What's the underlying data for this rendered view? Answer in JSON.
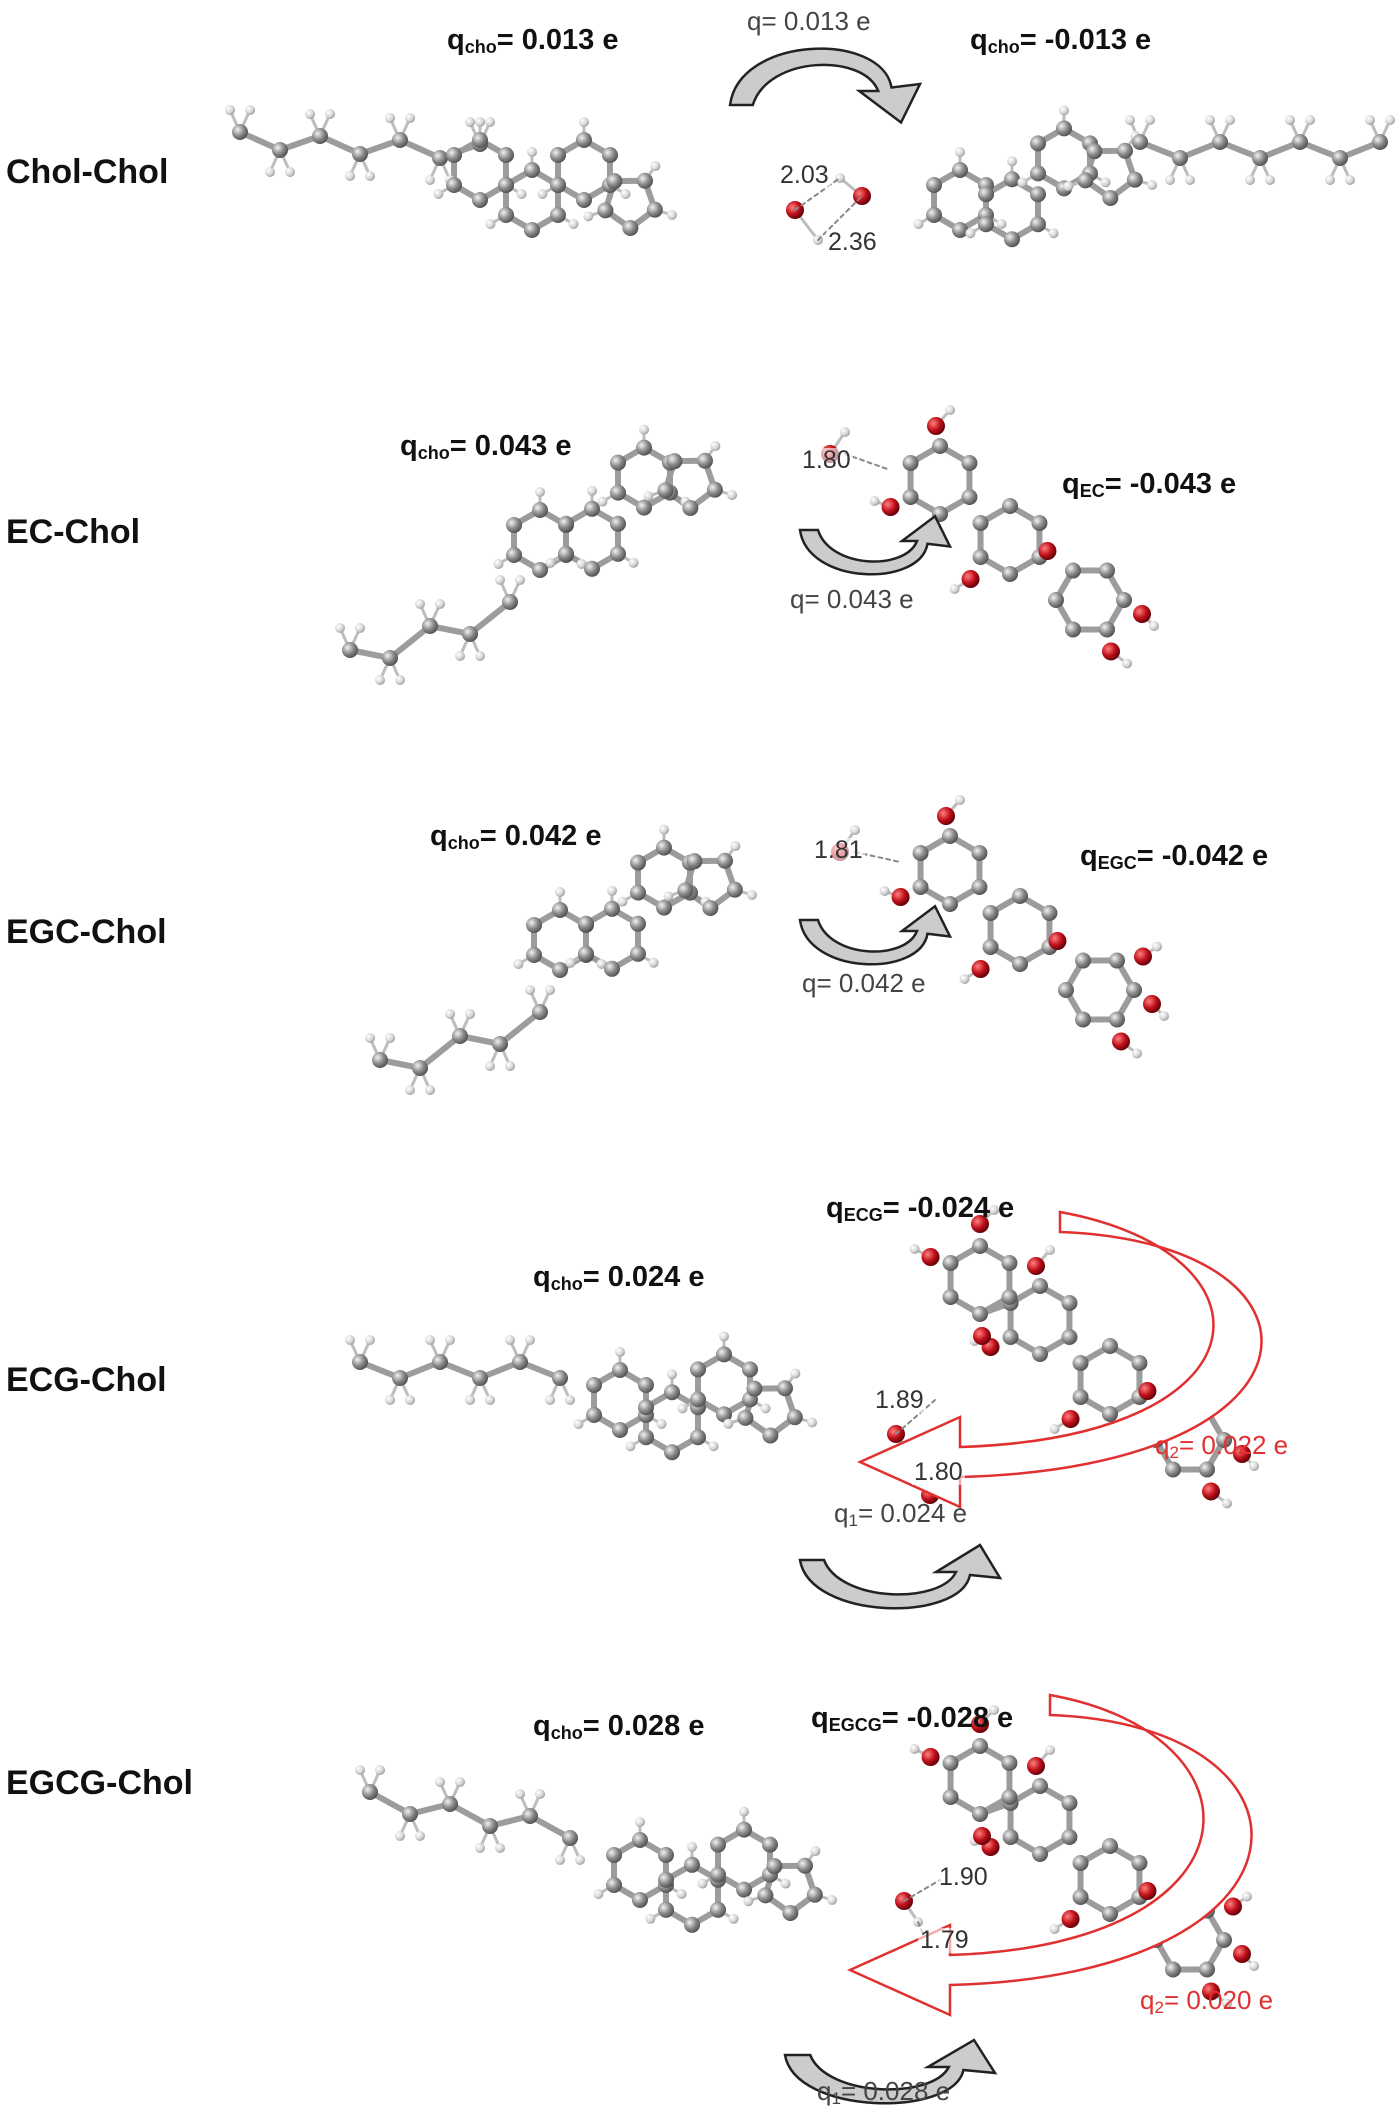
{
  "panels": [
    {
      "label": "Chol-Chol",
      "chol_charge": {
        "q": "q",
        "sub": "cho",
        "value": "= 0.013 e"
      },
      "partner_charge": {
        "q": "q",
        "sub": "cho",
        "value": "= -0.013 e"
      },
      "transfer": {
        "text": "q= 0.013 e"
      },
      "hbonds": [
        "2.03",
        "2.36"
      ]
    },
    {
      "label": "EC-Chol",
      "chol_charge": {
        "q": "q",
        "sub": "cho",
        "value": "= 0.043 e"
      },
      "partner_charge": {
        "q": "q",
        "sub": "EC",
        "value": "= -0.043 e"
      },
      "transfer": {
        "text": "q= 0.043 e"
      },
      "hbonds": [
        "1.80"
      ]
    },
    {
      "label": "EGC-Chol",
      "chol_charge": {
        "q": "q",
        "sub": "cho",
        "value": "= 0.042 e"
      },
      "partner_charge": {
        "q": "q",
        "sub": "EGC",
        "value": "= -0.042 e"
      },
      "transfer": {
        "text": "q= 0.042 e"
      },
      "hbonds": [
        "1.81"
      ]
    },
    {
      "label": "ECG-Chol",
      "chol_charge": {
        "q": "q",
        "sub": "cho",
        "value": "= 0.024 e"
      },
      "partner_charge": {
        "q": "q",
        "sub": "ECG",
        "value": "= -0.024 e"
      },
      "transfer1": {
        "q": "q",
        "sub": "1",
        "value": "= 0.024 e"
      },
      "transfer2": {
        "q": "q",
        "sub": "2",
        "value": "= 0.022 e"
      },
      "hbonds": [
        "1.89",
        "1.80"
      ]
    },
    {
      "label": "EGCG-Chol",
      "chol_charge": {
        "q": "q",
        "sub": "cho",
        "value": "= 0.028 e"
      },
      "partner_charge": {
        "q": "q",
        "sub": "EGCG",
        "value": "= -0.028 e"
      },
      "transfer1": {
        "q": "q",
        "sub": "1",
        "value": "= 0.028 e"
      },
      "transfer2": {
        "q": "q",
        "sub": "2",
        "value": "= 0.020 e"
      },
      "hbonds": [
        "1.90",
        "1.79"
      ]
    }
  ],
  "colors": {
    "carbon": "#8a8a8a",
    "hydrogen": "#d6d6d6",
    "oxygen": "#c0101a",
    "arrow_black": "#222222",
    "arrow_fill": "#cccccc",
    "arrow_red": "#e03030",
    "text": "#111111"
  }
}
